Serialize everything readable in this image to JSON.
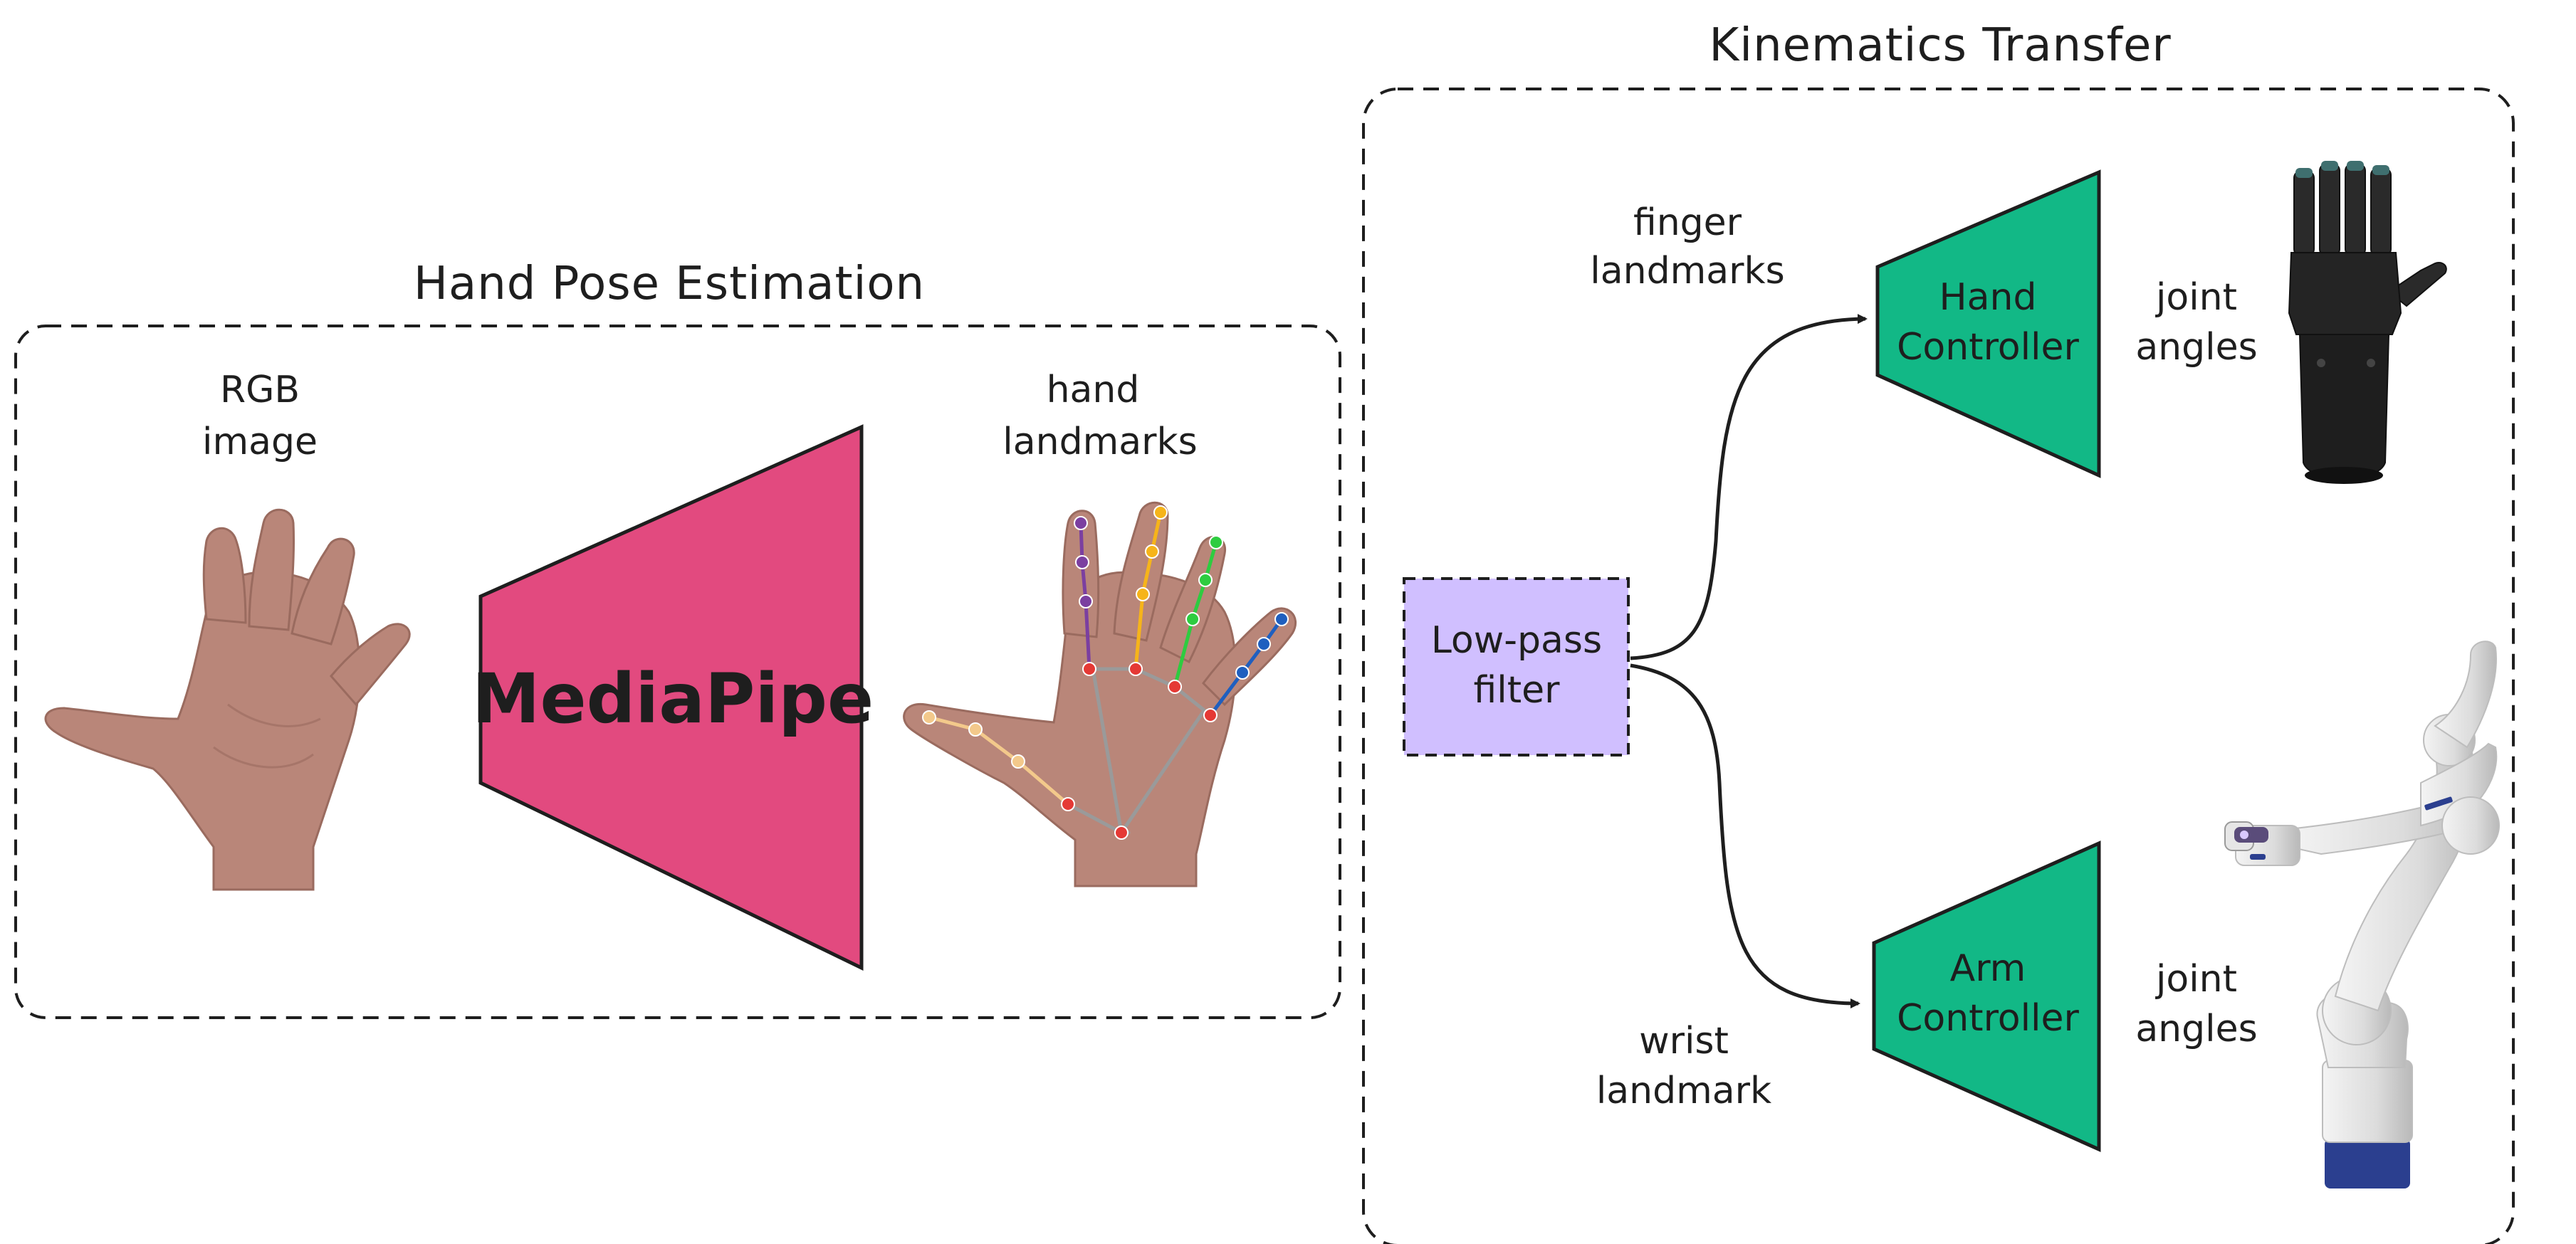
{
  "hand_pose_section": {
    "title": "Hand Pose Estimation",
    "rgb_label": [
      "RGB",
      "image"
    ],
    "model_label": "MediaPipe",
    "landmarks_label": [
      "hand",
      "landmarks"
    ]
  },
  "kinematics_section": {
    "title": "Kinematics Transfer",
    "filter_label": [
      "Low-pass",
      "filter"
    ],
    "finger_label": [
      "finger",
      "landmarks"
    ],
    "wrist_label": [
      "wrist",
      "landmark"
    ],
    "hand_controller_label": [
      "Hand",
      "Controller"
    ],
    "arm_controller_label": [
      "Arm",
      "Controller"
    ],
    "hand_output_label": [
      "joint",
      "angles"
    ],
    "arm_output_label": [
      "joint",
      "angles"
    ]
  },
  "colors": {
    "mediapipe": "#e24a7f",
    "controller": "#12b886",
    "filter": "#d0bfff",
    "skin": "#b98679",
    "robot_hand": "#222222",
    "robot_arm": "#e8e8e8",
    "robot_arm_base": "#2b3f8f",
    "landmark_thumb": "#f3c98b",
    "landmark_index": "#7b3fa0",
    "landmark_middle": "#f6b41a",
    "landmark_ring": "#2ecc40",
    "landmark_pinky": "#1f5fbf",
    "landmark_palm": "#e53935"
  },
  "icons": {
    "rgb_hand": "open-palm-photo",
    "landmark_hand": "open-palm-with-landmarks",
    "robot_hand": "robotic-hand",
    "robot_arm": "robotic-arm"
  }
}
